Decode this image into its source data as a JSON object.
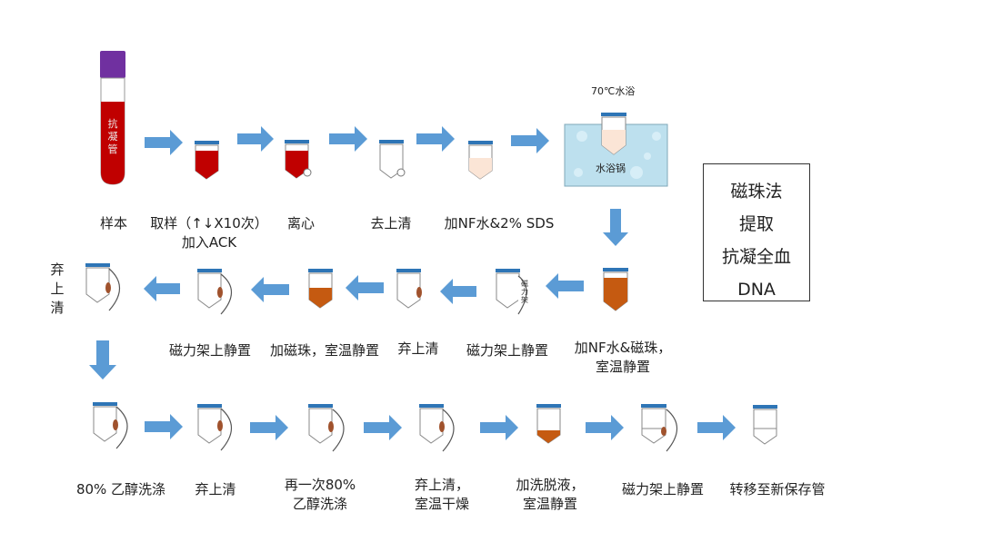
{
  "tube_label_text": "抗凝管",
  "water_bath": {
    "temp_label": "70℃水浴",
    "inner_label": "水浴锅"
  },
  "rack_label": "磁力架",
  "summary": {
    "lines": [
      "磁珠法",
      "提取",
      "抗凝全血",
      "DNA"
    ]
  },
  "row1": {
    "labels": [
      {
        "line1": "样本",
        "line2": ""
      },
      {
        "line1": "取样（↑↓X10次）",
        "line2": "加入ACK"
      },
      {
        "line1": "离心",
        "line2": ""
      },
      {
        "line1": "去上清",
        "line2": ""
      },
      {
        "line1": "加NF水&2% SDS",
        "line2": ""
      }
    ]
  },
  "row2": {
    "side_label": "弃上清",
    "labels": [
      {
        "line1": "磁力架上静置",
        "line2": ""
      },
      {
        "line1": "加磁珠，室温静置",
        "line2": ""
      },
      {
        "line1": "弃上清",
        "line2": ""
      },
      {
        "line1": "磁力架上静置",
        "line2": ""
      },
      {
        "line1": "加NF水&磁珠，",
        "line2": "室温静置"
      }
    ]
  },
  "row3": {
    "labels": [
      {
        "line1": "80% 乙醇洗涤",
        "line2": ""
      },
      {
        "line1": "弃上清",
        "line2": ""
      },
      {
        "line1": "再一次80%",
        "line2": "乙醇洗涤"
      },
      {
        "line1": "弃上清，",
        "line2": "室温干燥"
      },
      {
        "line1": "加洗脱液，",
        "line2": "室温静置"
      },
      {
        "line1": "磁力架上静置",
        "line2": ""
      },
      {
        "line1": "转移至新保存管",
        "line2": ""
      }
    ]
  },
  "colors": {
    "arrow": "#5b9bd5",
    "blood": "#c00000",
    "cap_blue": "#2e75b6",
    "cap_purple": "#7030a0",
    "bead_brown": "#c55a11",
    "pellet": "#a0522d",
    "sds_liquid": "#fbe5d6",
    "water": "#bde0ee"
  }
}
